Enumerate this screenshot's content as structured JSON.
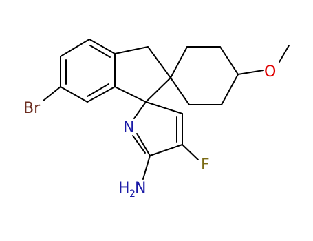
{
  "molecule": {
    "atoms": {
      "br": {
        "label": "Br",
        "color": "#6b2c1f"
      },
      "n": {
        "label": "N",
        "color": "#1a1aa6"
      },
      "f": {
        "label": "F",
        "color": "#7a6a14"
      },
      "o": {
        "label": "O",
        "color": "#e00000"
      },
      "nh2": {
        "label": "H",
        "sub": "2",
        "tail": "N",
        "color": "#1a1aa6"
      }
    },
    "bond_color": "#000000"
  }
}
